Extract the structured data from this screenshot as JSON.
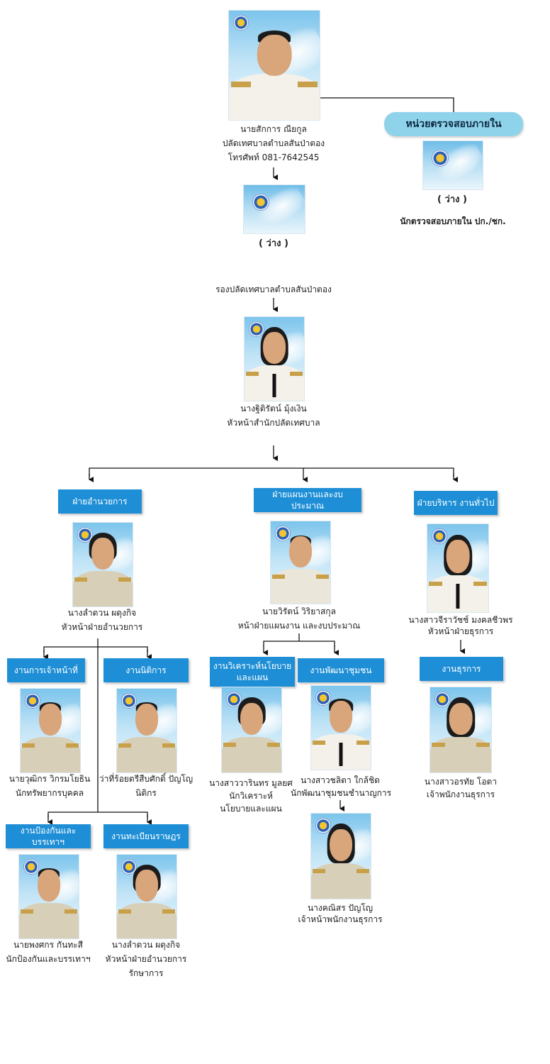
{
  "top": {
    "name": "นายสักการ ณียกูล",
    "title": "ปลัดเทศบาลตำบลสันป่าตอง",
    "phone": "โทรศัพท์ 081-7642545"
  },
  "audit": {
    "unit": "หน่วยตรวจสอบภายใน",
    "vacant": "( ว่าง )",
    "position": "นักตรวจสอบภายใน ปก./ชก."
  },
  "deputy": {
    "vacant": "( ว่าง )",
    "title": "รองปลัดเทศบาลตำบลสันป่าตอง"
  },
  "office_head": {
    "name": "นางฐิติรัตน์ มุ้งเงิน",
    "title": "หัวหน้าสำนักปลัดเทศบาล"
  },
  "divisions": {
    "admin": {
      "label": "ฝ่ายอำนวยการ",
      "name": "นางลำดวน ผดุงกิจ",
      "title": "หัวหน้าฝ่ายอำนวยการ"
    },
    "plan": {
      "label": "ฝ่ายแผนงานและงบประมาณ",
      "name": "นายวิรัตน์ วิริยาสกุล",
      "title": "หน้าฝ่ายแผนงาน และงบประมาณ"
    },
    "general": {
      "label": "ฝ่ายบริหาร งานทั่วไป",
      "name": "นางสาวจีราวัชช์ มงคลชีวพร",
      "title": "หัวหน้าฝ่ายธุรการ"
    }
  },
  "sections": {
    "personnel": {
      "label": "งานการเจ้าหน้าที่",
      "name": "นายวุฒิกร วิกรมโยธิน",
      "title": "นักทรัพยากรบุคคล"
    },
    "legal": {
      "label": "งานนิติการ",
      "name": "ว่าที่ร้อยตรีสืบศักดิ์ ปัญโญ",
      "title": "นิติกร"
    },
    "policy": {
      "label": "งานวิเคราะห์นโยบายและแผน",
      "name": "นางสาววารินทร มูลยศ",
      "title1": "นักวิเคราะห์",
      "title2": "นโยบายและแผน"
    },
    "community": {
      "label": "งานพัฒนาชุมชน",
      "name": "นางสาวชลิตา ใกล้ชิด",
      "title": "นักพัฒนาชุมชนชำนาญการ"
    },
    "clerical": {
      "label": "งานธุรการ",
      "name": "นางสาวอรทัย โอตา",
      "title": "เจ้าพนักงานธุรการ"
    },
    "disaster": {
      "label": "งานป้องกันและบรรเทาฯ",
      "name": "นายพงศกร กันทะสี",
      "title": "นักป้องกันและบรรเทาฯ"
    },
    "registration": {
      "label": "งานทะเบียนราษฎร",
      "name": "นางลำดวน ผดุงกิจ",
      "title1": "หัวหน้าฝ่ายอำนวยการ",
      "title2": "รักษาการ"
    },
    "community_staff": {
      "name": "นางคณิสร ปัญโญ",
      "title": "เจ้าหน้าพนักงานธุรการ"
    }
  },
  "colors": {
    "header_blue": "#1e8fd6",
    "pill_blue": "#8fd3ea"
  }
}
